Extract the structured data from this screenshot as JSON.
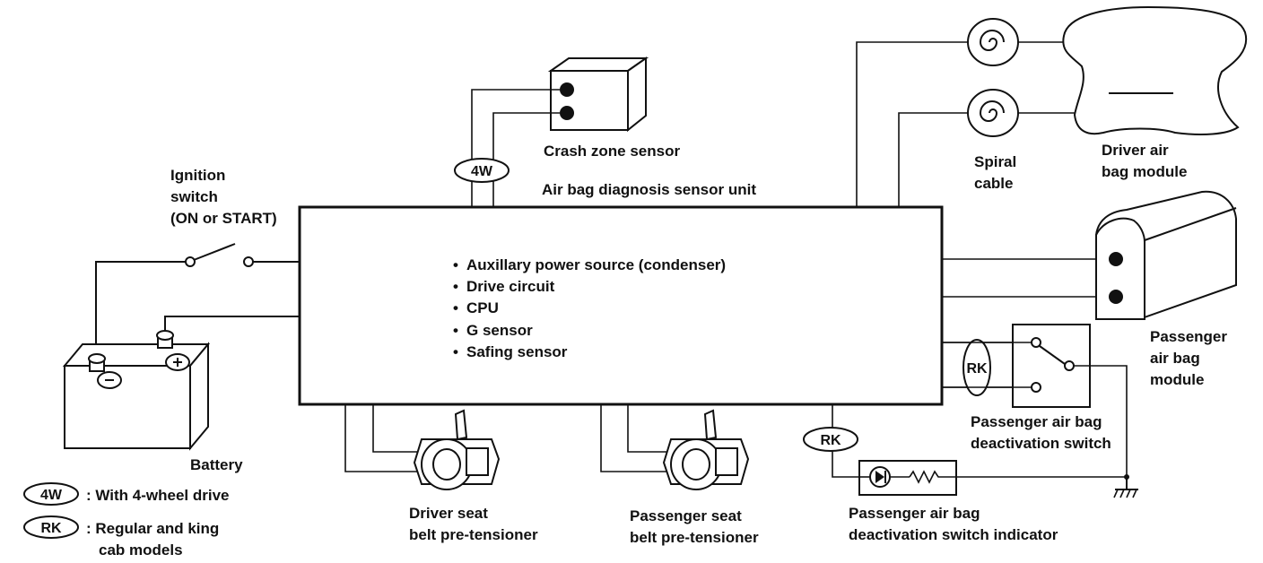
{
  "diagram": {
    "unit_title": "Air bag diagnosis sensor unit",
    "unit_features": [
      "Auxillary power source (condenser)",
      "Drive circuit",
      "CPU",
      "G sensor",
      "Safing sensor"
    ],
    "crash_zone_sensor": "Crash zone sensor",
    "ignition_switch": [
      "Ignition",
      "switch",
      "(ON or START)"
    ],
    "battery": "Battery",
    "spiral_cable": [
      "Spiral",
      "cable"
    ],
    "driver_airbag_module": [
      "Driver air",
      "bag module"
    ],
    "passenger_airbag_module": [
      "Passenger",
      "air bag",
      "module"
    ],
    "passenger_deactivation_switch": [
      "Passenger air bag",
      "deactivation switch"
    ],
    "passenger_deactivation_indicator": [
      "Passenger air bag",
      "deactivation switch indicator"
    ],
    "driver_pretensioner": [
      "Driver seat",
      "belt pre-tensioner"
    ],
    "passenger_pretensioner": [
      "Passenger seat",
      "belt pre-tensioner"
    ],
    "tags": {
      "four_wheel": "4W",
      "regular_king": "RK"
    },
    "legend": [
      {
        "tag": "4W",
        "text": ": With 4-wheel drive"
      },
      {
        "tag": "RK",
        "text": ": Regular and king",
        "text2": "cab models"
      }
    ]
  }
}
